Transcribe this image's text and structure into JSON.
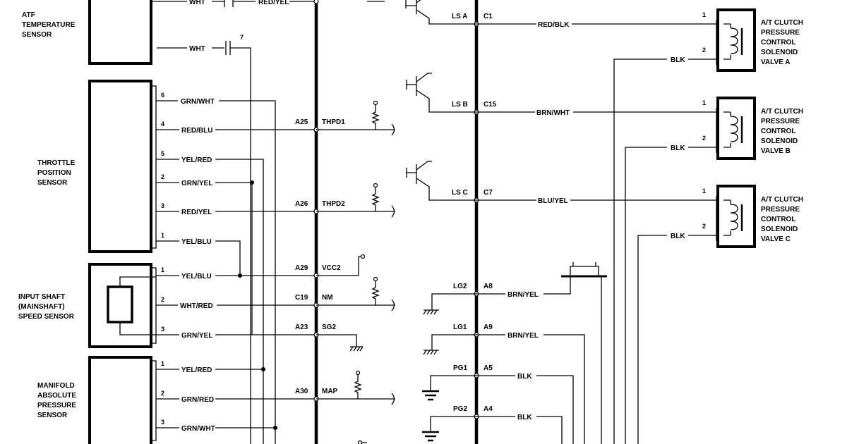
{
  "diagram": {
    "components": {
      "atf_sensor": [
        "ATF",
        "TEMPERATURE",
        "SENSOR"
      ],
      "tps": [
        "THROTTLE",
        "POSITION",
        "SENSOR"
      ],
      "input_shaft": [
        "INPUT SHAFT",
        "(MAINSHAFT)",
        "SPEED SENSOR"
      ],
      "map_sensor": [
        "MANIFOLD",
        "ABSOLUTE",
        "PRESSURE",
        "SENSOR"
      ],
      "solenoid_a": [
        "A/T CLUTCH",
        "PRESSURE",
        "CONTROL",
        "SOLENOID",
        "VALVE A"
      ],
      "solenoid_b": [
        "A/T CLUTCH",
        "PRESSURE",
        "CONTROL",
        "SOLENOID",
        "VALVE B"
      ],
      "solenoid_c": [
        "A/T CLUTCH",
        "PRESSURE",
        "CONTROL",
        "SOLENOID",
        "VALVE C"
      ]
    },
    "atf_wires": [
      {
        "color": "WHT",
        "pin": ""
      },
      {
        "color": "RED/YEL",
        "pin": ""
      },
      {
        "color": "WHT",
        "pin": "7"
      }
    ],
    "tps_wires": [
      {
        "pin": "6",
        "color": "GRN/WHT"
      },
      {
        "pin": "4",
        "color": "RED/BLU"
      },
      {
        "pin": "5",
        "color": "YEL/RED"
      },
      {
        "pin": "2",
        "color": "GRN/YEL"
      },
      {
        "pin": "3",
        "color": "RED/YEL"
      },
      {
        "pin": "1",
        "color": "YEL/BLU"
      }
    ],
    "iss_wires": [
      {
        "pin": "1",
        "color": "YEL/BLU"
      },
      {
        "pin": "2",
        "color": "WHT/RED"
      },
      {
        "pin": "3",
        "color": "GRN/YEL"
      }
    ],
    "map_wires": [
      {
        "pin": "1",
        "color": "YEL/RED"
      },
      {
        "pin": "2",
        "color": "GRN/RED"
      },
      {
        "pin": "3",
        "color": "GRN/WHT"
      }
    ],
    "ecm_inputs": [
      {
        "terminal": "A25",
        "signal": "THPD1"
      },
      {
        "terminal": "A26",
        "signal": "THPD2"
      },
      {
        "terminal": "A29",
        "signal": "VCC2"
      },
      {
        "terminal": "C19",
        "signal": "NM"
      },
      {
        "terminal": "A23",
        "signal": "SG2"
      },
      {
        "terminal": "A30",
        "signal": "MAP"
      }
    ],
    "ecm_outputs": [
      {
        "signal": "LS A",
        "terminal": "C1",
        "color": "RED/BLK"
      },
      {
        "signal": "LS B",
        "terminal": "C15",
        "color": "BRN/WHT"
      },
      {
        "signal": "LS C",
        "terminal": "C7",
        "color": "BLU/YEL"
      },
      {
        "signal": "LG2",
        "terminal": "A8",
        "color": "BRN/YEL"
      },
      {
        "signal": "LG1",
        "terminal": "A9",
        "color": "BRN/YEL"
      },
      {
        "signal": "PG1",
        "terminal": "A5",
        "color": "BLK"
      },
      {
        "signal": "PG2",
        "terminal": "A4",
        "color": "BLK"
      }
    ],
    "solenoid_pins": [
      {
        "pin1": "1",
        "pin2": "2",
        "ground_color": "BLK"
      },
      {
        "pin1": "1",
        "pin2": "2",
        "ground_color": "BLK"
      },
      {
        "pin1": "1",
        "pin2": "2",
        "ground_color": "BLK"
      }
    ]
  }
}
